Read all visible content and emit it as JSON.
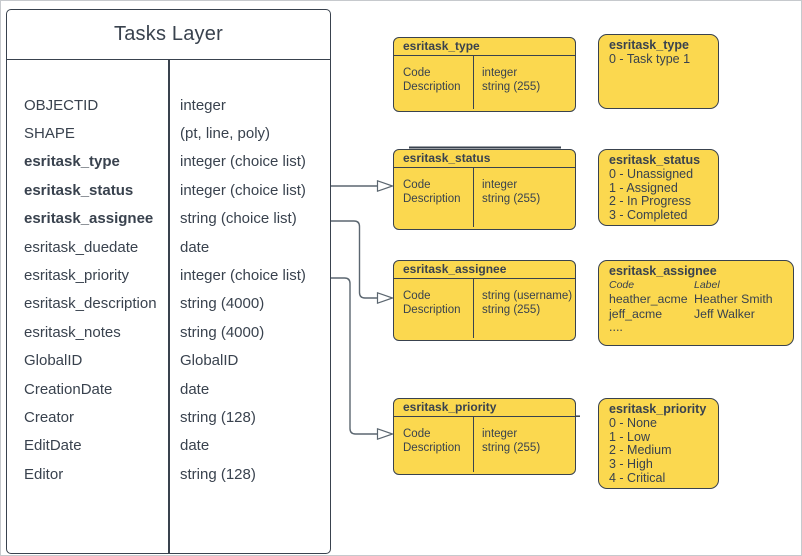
{
  "colors": {
    "yellow": "#FBD84F",
    "border": "#39424E",
    "connector": "#5B6670",
    "text": "#39424E",
    "canvasborder": "#C6C9CD"
  },
  "tasks_layer": {
    "title": "Tasks Layer",
    "rows": [
      {
        "name": "OBJECTID",
        "type": "integer"
      },
      {
        "name": "SHAPE",
        "type": "(pt, line, poly)"
      },
      {
        "name": "esritask_type",
        "type": "integer (choice list)"
      },
      {
        "name": "esritask_status",
        "type": "integer (choice list)"
      },
      {
        "name": "esritask_assignee",
        "type": "string (choice list)"
      },
      {
        "name": "esritask_duedate",
        "type": "date"
      },
      {
        "name": "esritask_priority",
        "type": "integer (choice list)"
      },
      {
        "name": "esritask_description",
        "type": "string (4000)"
      },
      {
        "name": "esritask_notes",
        "type": "string (4000)"
      },
      {
        "name": "GlobalID",
        "type": "GlobalID"
      },
      {
        "name": "CreationDate",
        "type": "date"
      },
      {
        "name": "Creator",
        "type": "string (128)"
      },
      {
        "name": "EditDate",
        "type": "date"
      },
      {
        "name": "Editor",
        "type": "string (128)"
      }
    ]
  },
  "domain_tables": [
    {
      "title": "esritask_type",
      "rows": [
        {
          "field": "Code",
          "type": "integer"
        },
        {
          "field": "Description",
          "type": "string (255)"
        }
      ]
    },
    {
      "title": "esritask_status",
      "rows": [
        {
          "field": "Code",
          "type": "integer"
        },
        {
          "field": "Description",
          "type": "string (255)"
        }
      ]
    },
    {
      "title": "esritask_assignee",
      "rows": [
        {
          "field": "Code",
          "type": "string (username)"
        },
        {
          "field": "Description",
          "type": "string (255)"
        }
      ]
    },
    {
      "title": "esritask_priority",
      "rows": [
        {
          "field": "Code",
          "type": "integer"
        },
        {
          "field": "Description",
          "type": "string (255)"
        }
      ]
    }
  ],
  "value_boxes": [
    {
      "title": "esritask_type",
      "items": [
        "0 - Task type 1"
      ]
    },
    {
      "title": "esritask_status",
      "items": [
        "0 - Unassigned",
        "1 - Assigned",
        "2 - In Progress",
        "3 - Completed"
      ]
    },
    {
      "title": "esritask_assignee",
      "columns": [
        "Code",
        "Label"
      ],
      "pairs": [
        [
          "heather_acme",
          "Heather Smith"
        ],
        [
          "jeff_acme",
          "Jeff Walker"
        ]
      ],
      "ellipsis": "...."
    },
    {
      "title": "esritask_priority",
      "items": [
        "0 - None",
        "1 - Low",
        "2 - Medium",
        "3 - High",
        "4 - Critical"
      ]
    }
  ]
}
